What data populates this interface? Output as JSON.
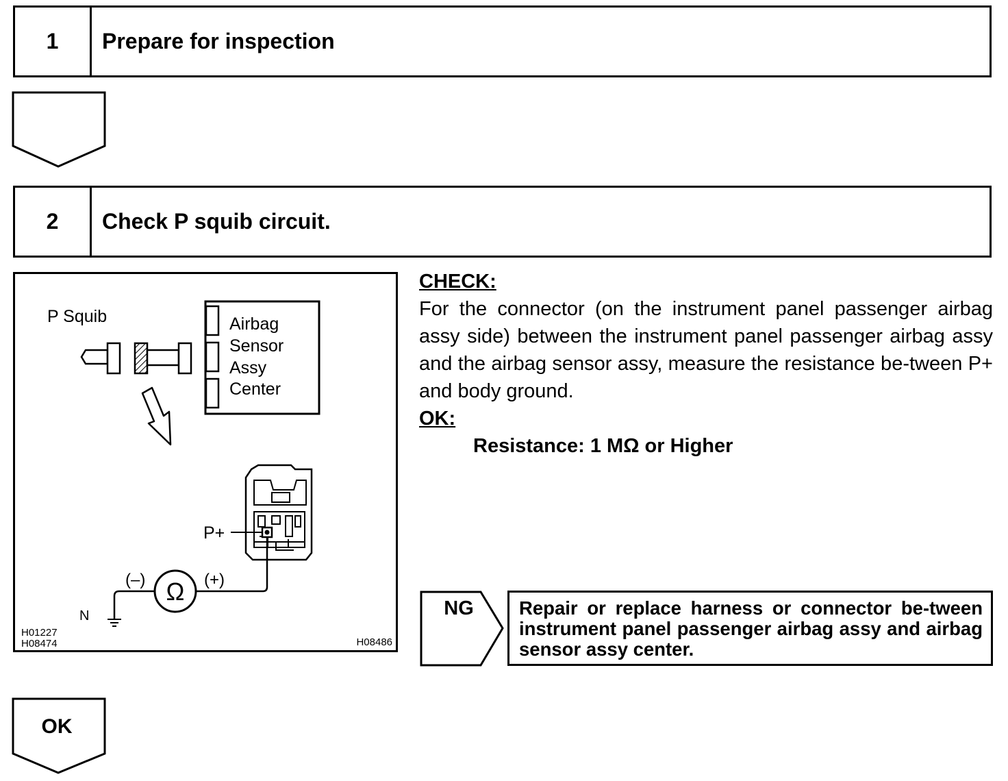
{
  "steps": [
    {
      "number": "1",
      "title": "Prepare for inspection"
    },
    {
      "number": "2",
      "title": "Check P squib circuit."
    }
  ],
  "figure": {
    "p_squib_label": "P Squib",
    "sensor_lines": [
      "Airbag",
      "Sensor",
      "Assy",
      "Center"
    ],
    "terminal_label": "P+",
    "minus_label": "(–)",
    "plus_label": "(+)",
    "ohm_symbol": "Ω",
    "ground_label": "N",
    "ref_codes": [
      "H01227",
      "H08474"
    ],
    "ref_code_right": "H08486"
  },
  "check": {
    "heading": "CHECK:",
    "text": "For the connector (on the instrument panel passenger airbag assy side) between the instrument panel passenger airbag assy and the airbag sensor assy, measure the resistance be-tween P+ and body ground.",
    "ok_heading": "OK:",
    "spec": "Resistance: 1 MΩ or Higher"
  },
  "ng": {
    "label": "NG",
    "action": "Repair or replace harness or connector be-tween instrument panel passenger airbag assy and airbag sensor assy center."
  },
  "ok_label": "OK"
}
